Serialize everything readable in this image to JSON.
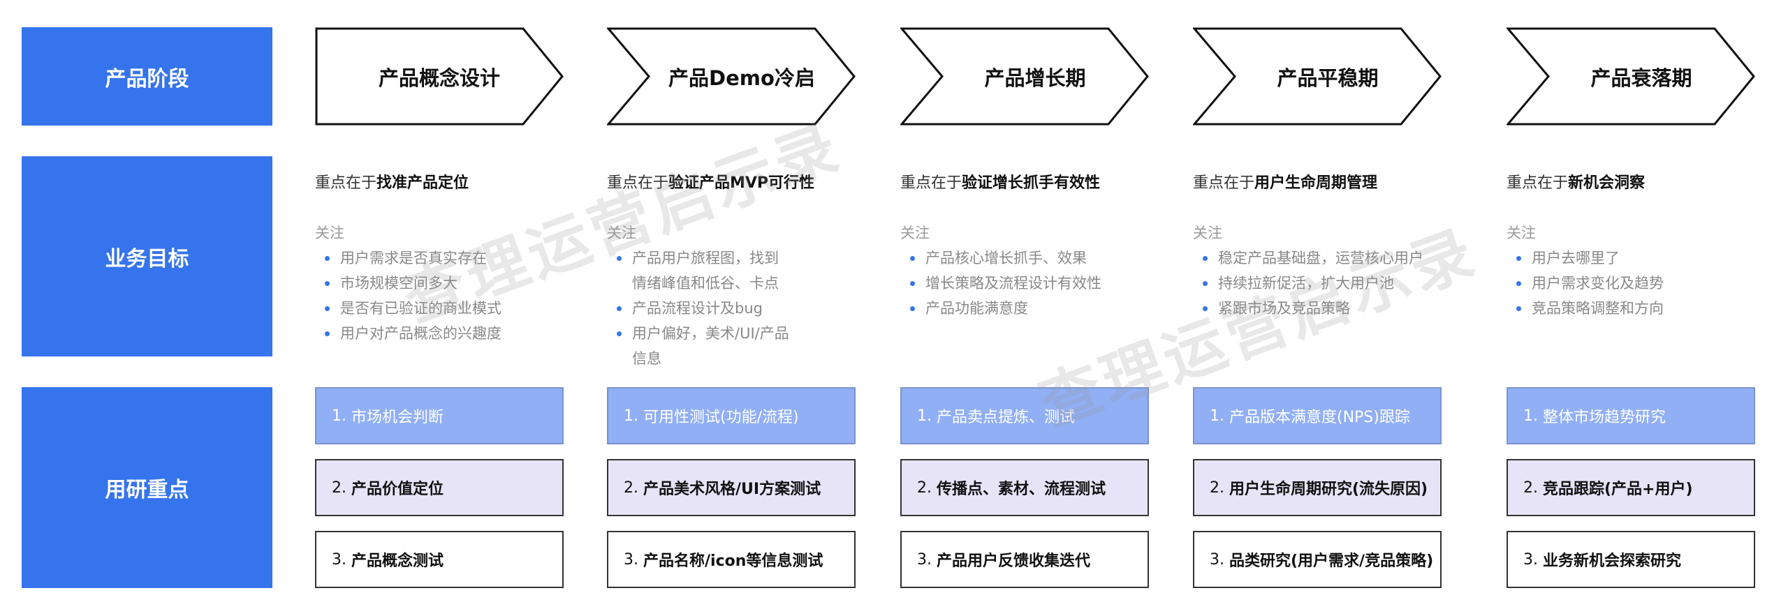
{
  "row_labels": {
    "stage": "产品阶段",
    "goal": "业务目标",
    "research": "用研重点"
  },
  "focus_label": "关注",
  "goal_prefix": "重点在于",
  "columns": [
    {
      "stage": "产品概念设计",
      "goal": "找准产品定位",
      "bullets": [
        "用户需求是否真实存在",
        "市场规模空间多大",
        "是否有已验证的商业模式",
        "用户对产品概念的兴趣度"
      ],
      "research": [
        {
          "num": "1.",
          "text": "市场机会判断"
        },
        {
          "num": "2.",
          "text": "产品价值定位"
        },
        {
          "num": "3.",
          "text": "产品概念测试"
        }
      ]
    },
    {
      "stage": "产品Demo冷启",
      "goal": "验证产品MVP可行性",
      "bullets": [
        "产品用户旅程图，找到情绪峰值和低谷、卡点",
        "产品流程设计及bug",
        "用户偏好，美术/UI/产品信息"
      ],
      "research": [
        {
          "num": "1.",
          "text": "可用性测试(功能/流程)"
        },
        {
          "num": "2.",
          "text": "产品美术风格/UI方案测试"
        },
        {
          "num": "3.",
          "text": "产品名称/icon等信息测试"
        }
      ]
    },
    {
      "stage": "产品增长期",
      "goal": "验证增长抓手有效性",
      "bullets": [
        "产品核心增长抓手、效果",
        "增长策略及流程设计有效性",
        "产品功能满意度"
      ],
      "research": [
        {
          "num": "1.",
          "text": "产品卖点提炼、测试"
        },
        {
          "num": "2.",
          "text": "传播点、素材、流程测试"
        },
        {
          "num": "3.",
          "text": "产品用户反馈收集迭代"
        }
      ]
    },
    {
      "stage": "产品平稳期",
      "goal": "用户生命周期管理",
      "bullets": [
        "稳定产品基础盘，运营核心用户",
        "持续拉新促活，扩大用户池",
        "紧跟市场及竞品策略"
      ],
      "research": [
        {
          "num": "1.",
          "text": "产品版本满意度(NPS)跟踪"
        },
        {
          "num": "2.",
          "text": "用户生命周期研究(流失原因)"
        },
        {
          "num": "3.",
          "text": "品类研究(用户需求/竞品策略)"
        }
      ]
    },
    {
      "stage": "产品衰落期",
      "goal": "新机会洞察",
      "bullets": [
        "用户去哪里了",
        "用户需求变化及趋势",
        "竞品策略调整和方向"
      ],
      "research": [
        {
          "num": "1.",
          "text": "整体市场趋势研究"
        },
        {
          "num": "2.",
          "text": "竞品跟踪(产品+用户)"
        },
        {
          "num": "3.",
          "text": "业务新机会探索研究"
        }
      ]
    }
  ],
  "watermark": "查理运营启示录",
  "colors": {
    "primary": "#3574ec",
    "research_row1": "#91aff5",
    "research_row2": "#e8e4f8"
  }
}
